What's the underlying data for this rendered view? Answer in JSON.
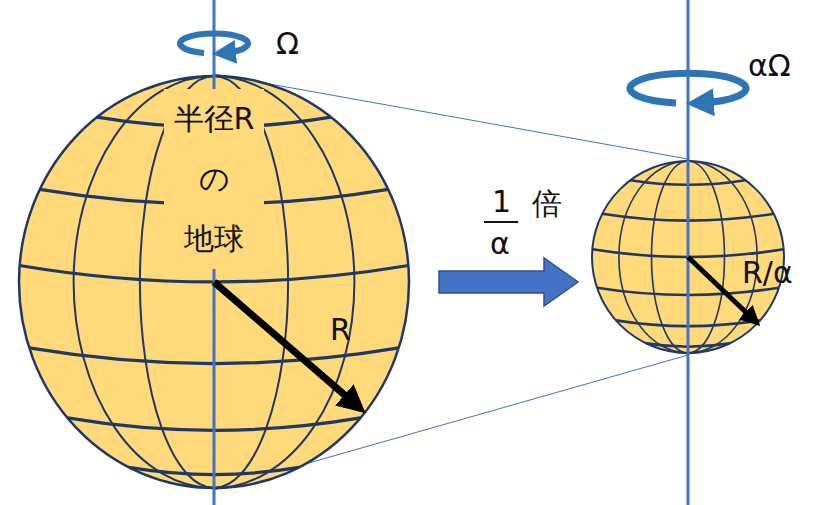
{
  "diagram": {
    "nodes": [
      {
        "text": [
          "半径R の 地球",
          "R"
        ]
      },
      {
        "text": [
          "R/α"
        ]
      }
    ],
    "edges": [
      {
        "from": 0,
        "to": 1,
        "arrow": "to"
      }
    ],
    "labels": [
      "Ω",
      "αΩ",
      "1",
      "α",
      "倍"
    ]
  }
}
